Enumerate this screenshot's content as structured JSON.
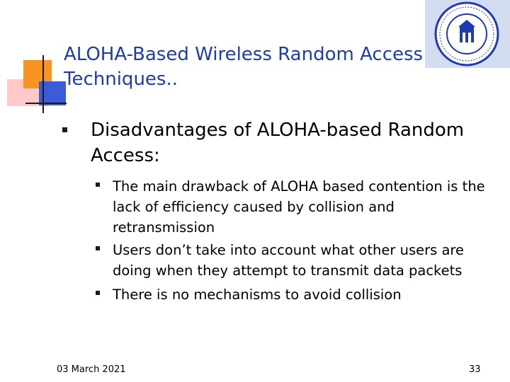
{
  "slide": {
    "title": "ALOHA-Based Wireless Random Access Techniques..",
    "heading_bullet": "Disadvantages of ALOHA-based Random Access:",
    "sub_bullets": [
      "The main drawback of ALOHA based contention is the lack of efficiency caused by collision and retransmission",
      "Users don’t take into account what other users are doing when they attempt to transmit data packets",
      "There is no mechanisms to avoid collision"
    ],
    "footer": {
      "date": "03 March 2021",
      "page": "33"
    }
  },
  "colors": {
    "title": "#1f3bb0",
    "accent_orange": "#f7931e",
    "accent_blue": "#3b5bdb",
    "accent_pink": "#ffc0c0",
    "logo_bg": "#d4dcf2"
  },
  "logo": {
    "icon": "university-seal-icon"
  }
}
